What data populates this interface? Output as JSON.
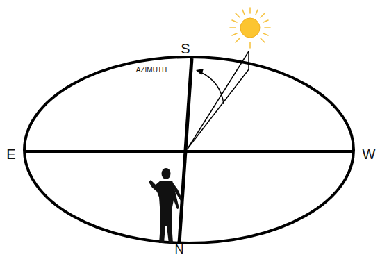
{
  "diagram": {
    "labels": [
      "S",
      "AZIMUTH",
      "E",
      "W",
      "N"
    ]
  }
}
